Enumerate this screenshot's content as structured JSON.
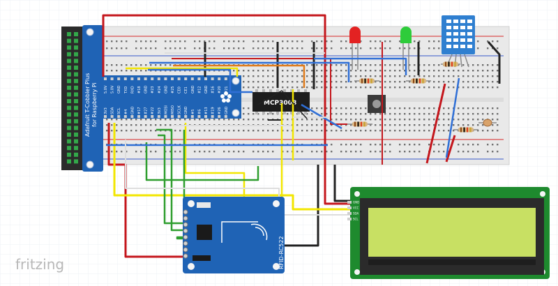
{
  "cobbler": {
    "title_line1": "Adafruit T-Cobbler Plus",
    "title_line2": "for Raspberry Pi",
    "top_pins": [
      "5.0V",
      "5.0V",
      "GND",
      "TXD",
      "RXD",
      "#18",
      "GND",
      "#23",
      "#24",
      "GND",
      "#25",
      "CE0",
      "CE1",
      "GND",
      "#12",
      "GND",
      "#16",
      "#20",
      "#21"
    ],
    "bottom_pins": [
      "3V3",
      "SDA",
      "SCL",
      "#4",
      "GND",
      "#17",
      "#27",
      "#22",
      "3V3",
      "MOSI",
      "MISO",
      "SCLK",
      "GND",
      "#5",
      "#6",
      "#13",
      "#19",
      "#26",
      "GND"
    ]
  },
  "adc": {
    "label": "MCP3008"
  },
  "rfid": {
    "label": "RFID-RC522"
  },
  "lcd": {
    "pins": [
      "GND",
      "VCC",
      "SDA",
      "SCL"
    ]
  },
  "branding": {
    "watermark": "fritzing"
  },
  "colors": {
    "red_wire": "#c4161c",
    "black_wire": "#222222",
    "yellow_wire": "#f2e600",
    "green_wire": "#2e9e2e",
    "blue_wire": "#2f6fd6",
    "orange_wire": "#e07b1a",
    "white_wire": "#dddddd",
    "breadboard": "#e9e9e9",
    "cobbler_blue": "#1f63b5",
    "lcd_green": "#c8e063",
    "lcd_board": "#1e8a2e"
  }
}
